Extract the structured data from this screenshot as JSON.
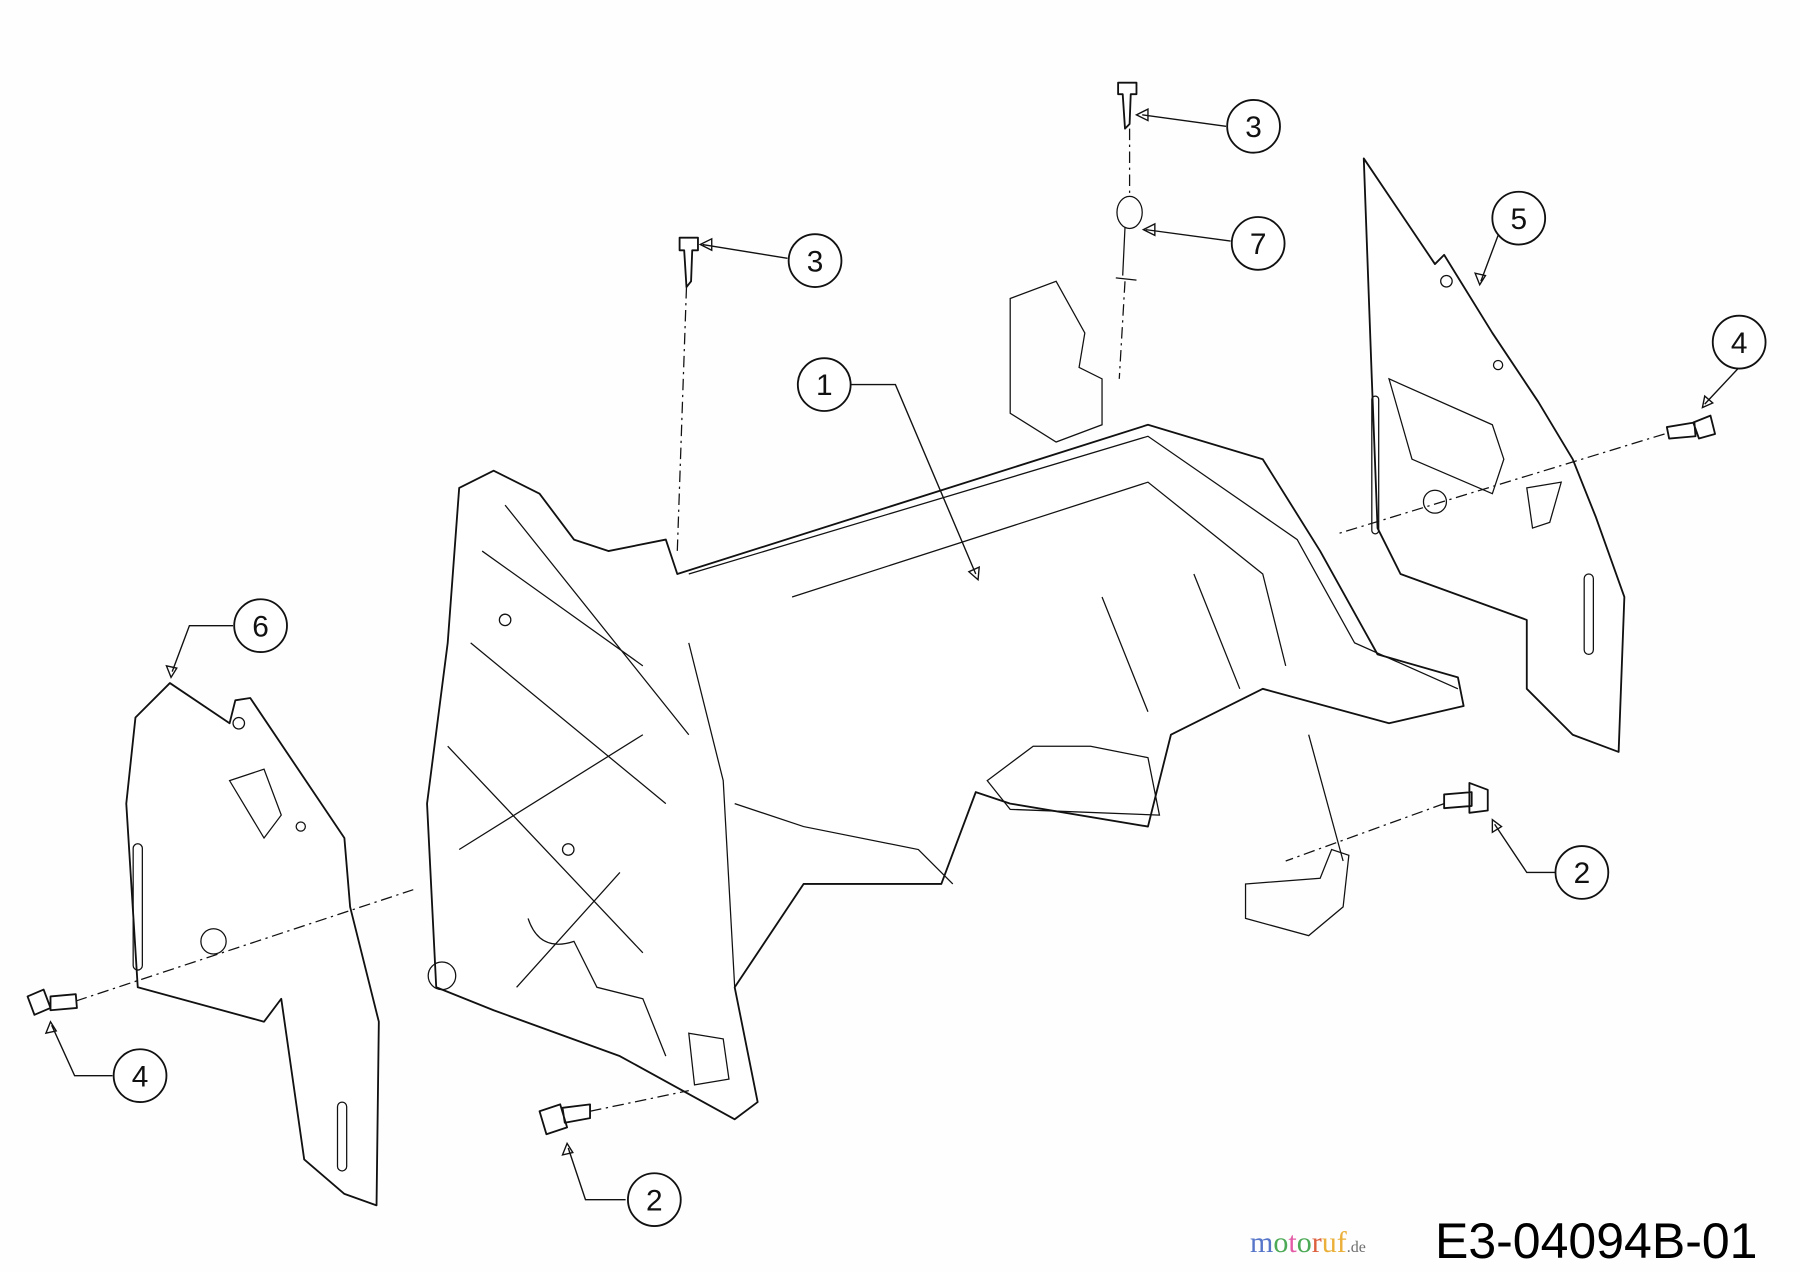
{
  "diagram": {
    "drawing_code": "E3-04094B-01",
    "watermark": "motoruf.de",
    "watermark_colors": [
      "#3b5fc0",
      "#2e9b3a",
      "#e0409a",
      "#2e9b3a",
      "#d9461f",
      "#e8a317",
      "#e8a317"
    ],
    "callouts": [
      {
        "label": "1",
        "part": "deflector-housing"
      },
      {
        "label": "2",
        "part": "screw-right"
      },
      {
        "label": "2",
        "part": "screw-bottom"
      },
      {
        "label": "3",
        "part": "top-screw-right"
      },
      {
        "label": "3",
        "part": "top-screw-left"
      },
      {
        "label": "4",
        "part": "bolt-right"
      },
      {
        "label": "4",
        "part": "bolt-left"
      },
      {
        "label": "5",
        "part": "side-plate-right"
      },
      {
        "label": "6",
        "part": "side-plate-left"
      },
      {
        "label": "7",
        "part": "clip-pin"
      }
    ]
  }
}
